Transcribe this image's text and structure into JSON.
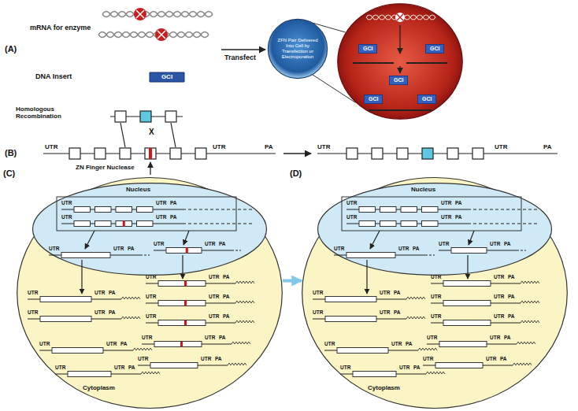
{
  "diagram": {
    "nodes": [
      {
        "text": [
          "GCI"
        ]
      },
      {
        "text": [
          "ZFN Pair Delivered Into Cell by Transfection or Electroporation"
        ]
      },
      {
        "text": [
          "GCI",
          "GCI",
          "GCI",
          "GCI",
          "GCI"
        ]
      },
      {
        "text": [
          "Cytoplasm"
        ]
      },
      {
        "text": [
          "Nucleus"
        ],
        "in": 3
      },
      {
        "text": [
          "Cytoplasm"
        ]
      },
      {
        "text": [
          "Nucleus"
        ],
        "in": 5
      }
    ],
    "edges": [
      {
        "from": 1,
        "to": 2,
        "arrow": "none"
      },
      {
        "from": 1,
        "to": 2,
        "arrow": "none"
      },
      {
        "from": 3,
        "to": 5,
        "arrow": "to"
      }
    ],
    "labels": [
      "(A)",
      "mRNA for enzyme",
      "DNA Insert",
      "Transfect",
      "(B)",
      "Homologous Recombination",
      "X",
      "UTR",
      "UTR",
      "PA",
      "ZN Finger Nuclease",
      "UTR",
      "UTR",
      "PA",
      "(C)",
      "(D)",
      "UTR",
      "UTR",
      "PA",
      "UTR",
      "UTR",
      "PA",
      "UTR",
      "UTR",
      "PA",
      "UTR",
      "UTR",
      "PA",
      "UTR",
      "UTR",
      "PA",
      "UTR",
      "UTR",
      "PA",
      "UTR",
      "UTR",
      "PA",
      "UTR",
      "UTR",
      "PA",
      "UTR",
      "UTR",
      "PA",
      "UTR",
      "UTR",
      "PA",
      "UTR",
      "UTR",
      "PA",
      "UTR",
      "UTR",
      "PA",
      "UTR",
      "UTR",
      "PA",
      "UTR",
      "UTR",
      "PA",
      "UTR",
      "UTR",
      "PA",
      "UTR",
      "UTR",
      "PA",
      "UTR",
      "UTR",
      "PA",
      "UTR",
      "UTR",
      "PA",
      "UTR",
      "UTR",
      "PA",
      "UTR",
      "UTR",
      "PA",
      "UTR",
      "UTR",
      "PA",
      "UTR",
      "UTR",
      "PA",
      "UTR",
      "UTR",
      "PA",
      "UTR",
      "UTR",
      "PA",
      "UTR",
      "UTR",
      "PA",
      "UTR",
      "UTR",
      "PA"
    ]
  }
}
